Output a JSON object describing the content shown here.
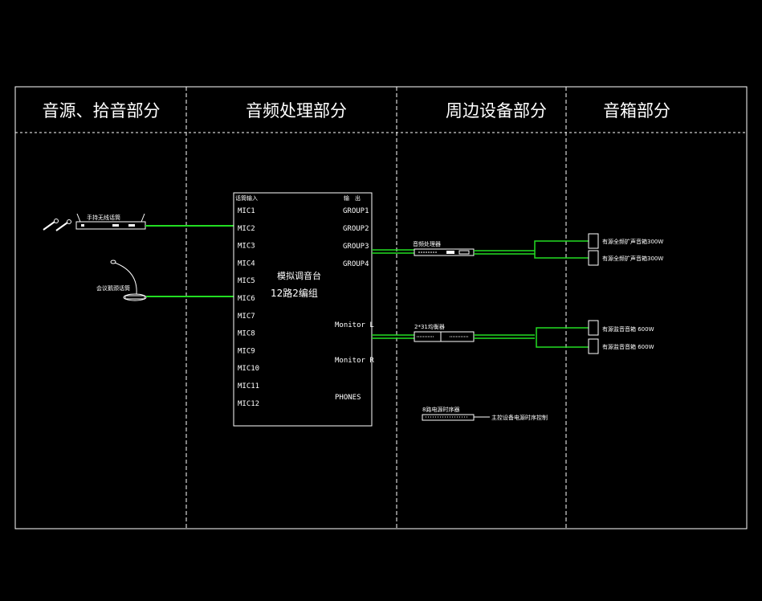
{
  "headers": {
    "source": "音源、拾音部分",
    "processing": "音频处理部分",
    "peripheral": "周边设备部分",
    "speakers": "音箱部分"
  },
  "source": {
    "wireless_mic_label": "手持无线话筒",
    "gooseneck_mic_label": "会议鹅颈话筒"
  },
  "mixer": {
    "input_header": "话筒输入",
    "output_header": "输　出",
    "inputs": [
      "MIC1",
      "MIC2",
      "MIC3",
      "MIC4",
      "MIC5",
      "MIC6",
      "MIC7",
      "MIC8",
      "MIC9",
      "MIC10",
      "MIC11",
      "MIC12"
    ],
    "group_outputs": [
      "GROUP1",
      "GROUP2",
      "GROUP3",
      "GROUP4"
    ],
    "monitor_l": "Monitor L",
    "monitor_r": "Monitor R",
    "phones": "PHONES",
    "title_line1": "模拟调音台",
    "title_line2": "12路2编组"
  },
  "peripheral": {
    "processor_label": "音频处理器",
    "eq_label": "2*31均衡器",
    "sequencer_label": "8路电源时序器",
    "sequencer_note": "主控设备电源时序控制"
  },
  "speakers": {
    "full_range_1": "有源全频扩声音箱300W",
    "full_range_2": "有源全频扩声音箱300W",
    "monitor_1": "有源监音音箱 600W",
    "monitor_2": "有源监音音箱 600W"
  },
  "colors": {
    "wire": "#22dd22",
    "line": "#ffffff",
    "background": "#000000"
  }
}
